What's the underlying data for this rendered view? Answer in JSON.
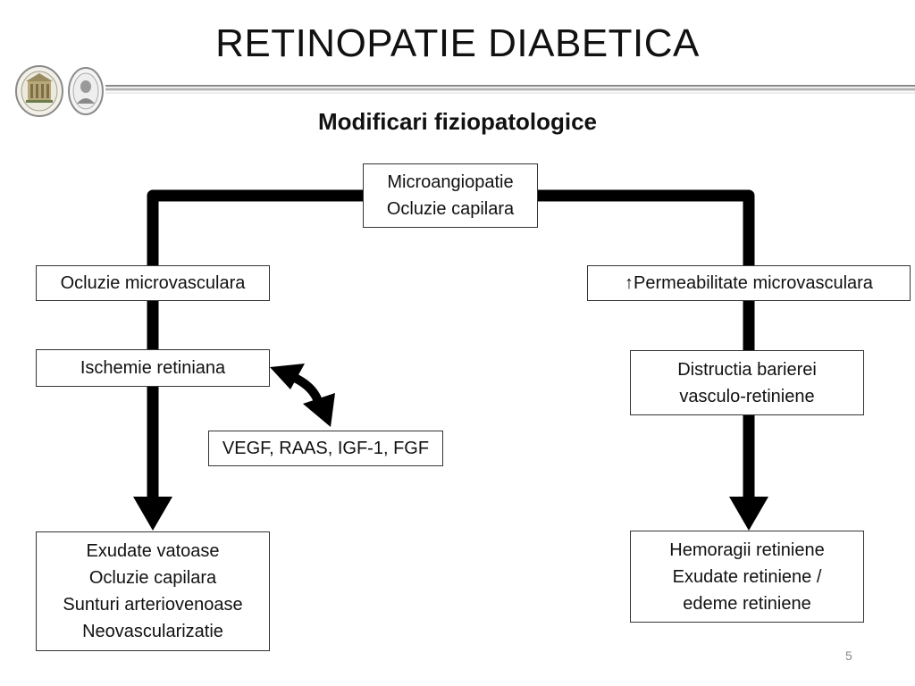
{
  "slide": {
    "title": "RETINOPATIE DIABETICA",
    "subtitle": "Modificari fiziopatologice",
    "page_number": "5"
  },
  "logos": [
    {
      "name": "university-building-logo"
    },
    {
      "name": "portrait-seal-logo"
    }
  ],
  "nodes": {
    "root": {
      "lines": [
        "Microangiopatie",
        "Ocluzie capilara"
      ]
    },
    "left_1": {
      "lines": [
        "Ocluzie microvasculara"
      ]
    },
    "left_2": {
      "lines": [
        "Ischemie retiniana"
      ]
    },
    "factors": {
      "lines": [
        "VEGF, RAAS, IGF-1, FGF"
      ]
    },
    "left_result": {
      "lines": [
        "Exudate vatoase",
        "Ocluzie capilara",
        "Sunturi arteriovenoase",
        "Neovascularizatie"
      ]
    },
    "right_1": {
      "lines": [
        "↑Permeabilitate microvasculara"
      ]
    },
    "right_2": {
      "lines": [
        "Distructia barierei",
        "vasculo-retiniene"
      ]
    },
    "right_result": {
      "lines": [
        "Hemoragii retiniene",
        "Exudate retiniene /",
        "edeme retiniene"
      ]
    }
  },
  "colors": {
    "connector": "#000000",
    "box_border": "#333333",
    "rule": "#9a9a9a"
  }
}
